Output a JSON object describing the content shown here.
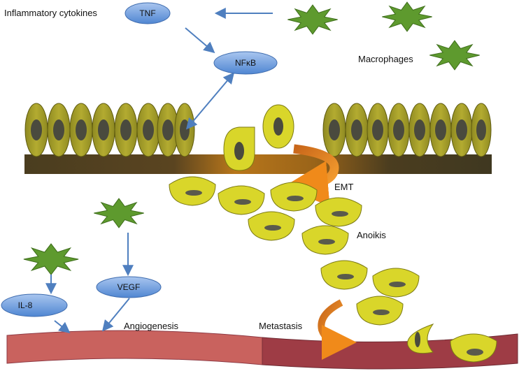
{
  "labels": {
    "inflammatory_cytokines": "Inflammatory cytokines",
    "macrophages": "Macrophages",
    "emt": "EMT",
    "anoikis": "Anoikis",
    "angiogenesis": "Angiogenesis",
    "metastasis": "Metastasis"
  },
  "nodes": {
    "tnf": "TNF",
    "nfkb": "NFκB",
    "vegf": "VEGF",
    "il8": "IL-8"
  },
  "colors": {
    "oval_blue": "#5b8fd6",
    "macrophage_green": "#5e9a2e",
    "epithelial_cell": "#a9a12a",
    "nucleus": "#4a4a3e",
    "detached_cell": "#d9d62a",
    "membrane": "#4a3a1c",
    "membrane_highlight": "#b0721c",
    "vessel": "#c25e5a",
    "vessel_dark": "#9e3c45",
    "arrow_blue": "#4f7fbf",
    "arrow_orange": "#f08a1a"
  }
}
